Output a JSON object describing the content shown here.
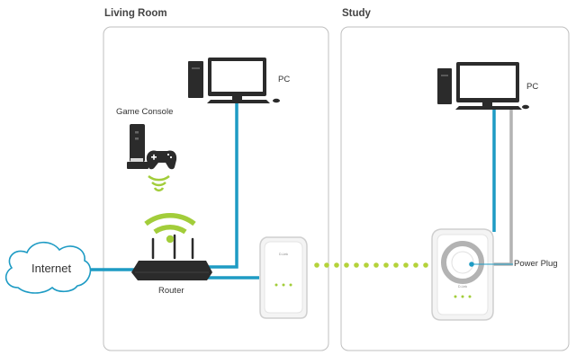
{
  "rooms": {
    "living_room": "Living Room",
    "study": "Study"
  },
  "labels": {
    "internet": "Internet",
    "router": "Router",
    "game_console": "Game Console",
    "pc_living": "PC",
    "pc_study": "PC",
    "power_plug": "Power Plug"
  },
  "colors": {
    "ethernet": "#1e9bc4",
    "power": "#b3b3b3",
    "wifi": "#a2cd3a",
    "powerline_link": "#b4d23a",
    "room_border": "#bfbfbf",
    "device_dark": "#2b2b2b"
  }
}
